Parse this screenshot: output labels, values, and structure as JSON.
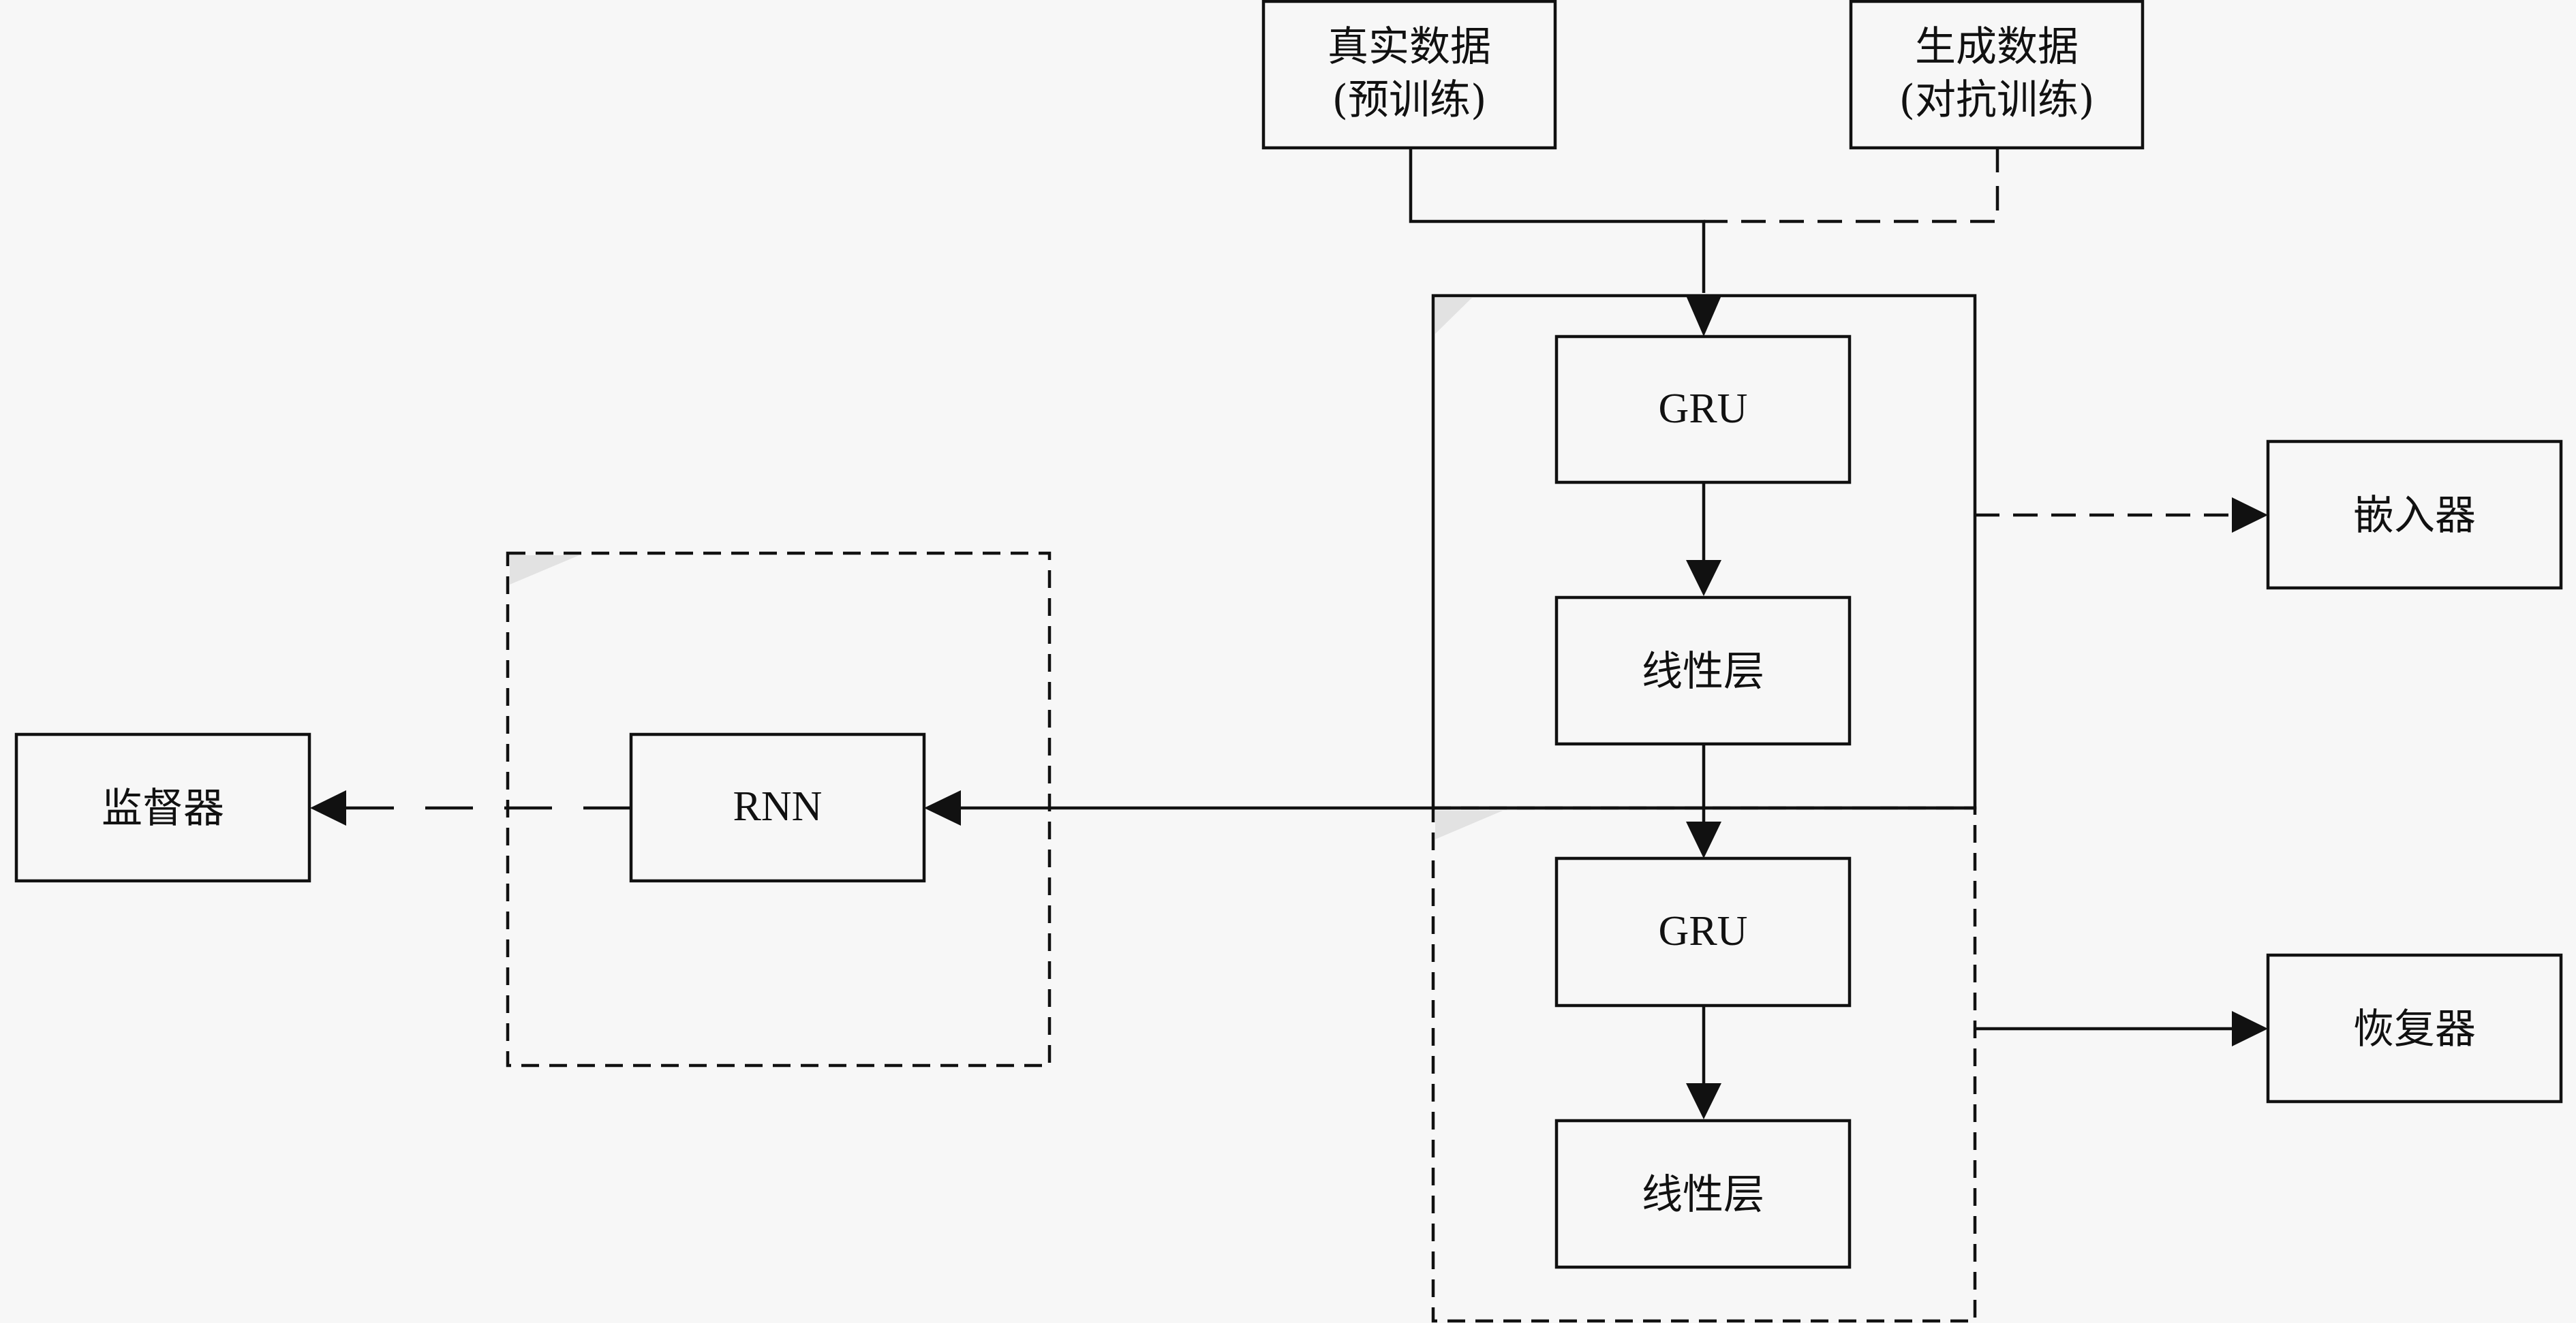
{
  "nodes": {
    "real_data": {
      "line1": "真实数据",
      "line2": "(预训练)"
    },
    "gen_data": {
      "line1": "生成数据",
      "line2": "(对抗训练)"
    },
    "gru_top": {
      "label": "GRU"
    },
    "linear_top": {
      "label": "线性层"
    },
    "gru_bottom": {
      "label": "GRU"
    },
    "linear_bottom": {
      "label": "线性层"
    },
    "rnn": {
      "label": "RNN"
    },
    "embedder": {
      "label": "嵌入器"
    },
    "recovery": {
      "label": "恢复器"
    },
    "supervisor": {
      "label": "监督器"
    }
  }
}
